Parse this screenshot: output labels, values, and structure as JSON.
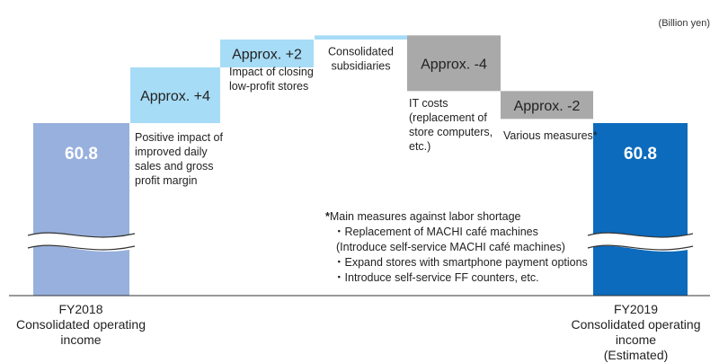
{
  "chart_data": {
    "type": "waterfall",
    "unit_label": "(Billion yen)",
    "bars": [
      {
        "kind": "total",
        "value": 60.8,
        "label": "60.8",
        "color": "#98b0dd",
        "caption": [
          "FY2018",
          "Consolidated operating income"
        ]
      },
      {
        "kind": "delta",
        "value": 4,
        "label": "Approx. +4",
        "color": "#a7dcf6",
        "annotation": [
          "Positive impact of",
          "improved daily",
          "sales and gross",
          "profit margin"
        ]
      },
      {
        "kind": "delta",
        "value": 2,
        "label": "Approx. +2",
        "color": "#a7dcf6",
        "annotation": [
          "Impact of closing",
          "low-profit stores"
        ]
      },
      {
        "kind": "delta",
        "value": 0.3,
        "label": [
          "Consolidated",
          "subsidiaries"
        ],
        "color": "#a7dcf6"
      },
      {
        "kind": "delta",
        "value": -4,
        "label": "Approx. -4",
        "color": "#a9a9a9",
        "annotation": [
          "IT costs",
          "(replacement of",
          "store computers,",
          "etc.)"
        ]
      },
      {
        "kind": "delta",
        "value": -2,
        "label": "Approx. -2",
        "color": "#a9a9a9",
        "annotation": [
          "Various measures*"
        ]
      },
      {
        "kind": "total",
        "value": 60.8,
        "label": "60.8",
        "color": "#0c6bbc",
        "caption": [
          "FY2019",
          "Consolidated operating income",
          "(Estimated)"
        ]
      }
    ],
    "axis_break": true
  },
  "note": {
    "title": "Main measures against labor shortage",
    "items": [
      "Replacement of MACHI café machines",
      "(Introduce self-service MACHI café machines)",
      "Expand stores with smartphone payment options",
      "Introduce self-service FF counters, etc."
    ]
  }
}
